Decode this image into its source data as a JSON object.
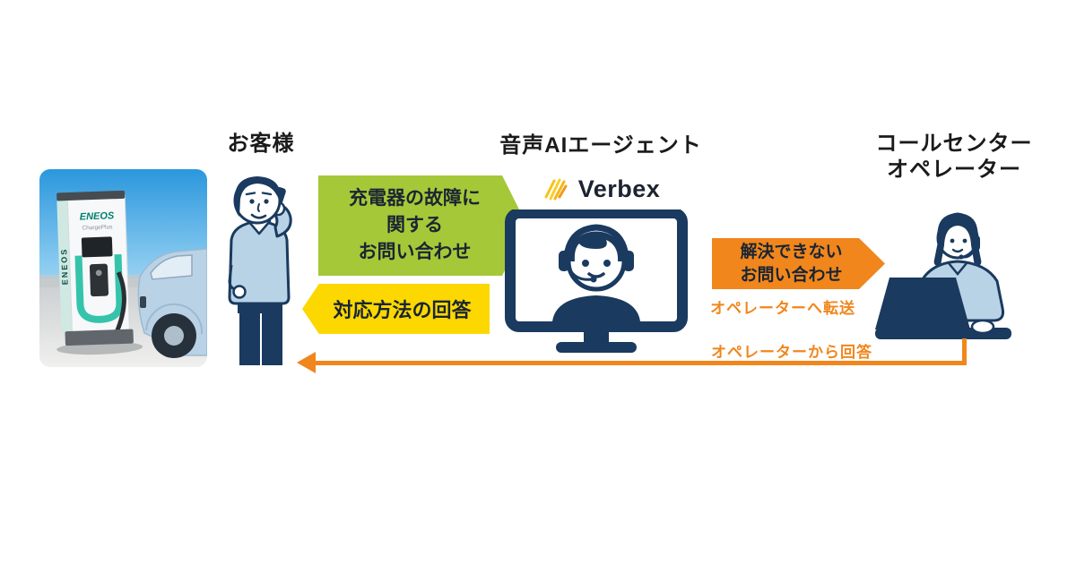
{
  "titles": {
    "customer": "お客様",
    "ai_agent": "音声AIエージェント",
    "operator_line1": "コールセンター",
    "operator_line2": "オペレーター"
  },
  "brand": {
    "name": "Verbex"
  },
  "flows": {
    "inquiry": {
      "line1": "充電器の故障に",
      "line2": "関する",
      "line3": "お問い合わせ"
    },
    "answer": {
      "text": "対応方法の回答"
    },
    "escalation": {
      "line1": "解決できない",
      "line2": "お問い合わせ"
    },
    "transfer_caption": "オペレーターへ転送",
    "reply_caption": "オペレーターから回答"
  },
  "photo": {
    "charger_brand": "ENEOS",
    "charger_sub": "ChargePlus",
    "charger_side_text": "ENEOS"
  },
  "colors": {
    "green_arrow": "#a5c838",
    "yellow_arrow": "#fcd800",
    "orange_arrow": "#f0861c",
    "navy": "#1a3a5f",
    "light_blue": "#b9d3e6",
    "charger_teal": "#35c4ab",
    "text_dark": "#1a2533"
  }
}
